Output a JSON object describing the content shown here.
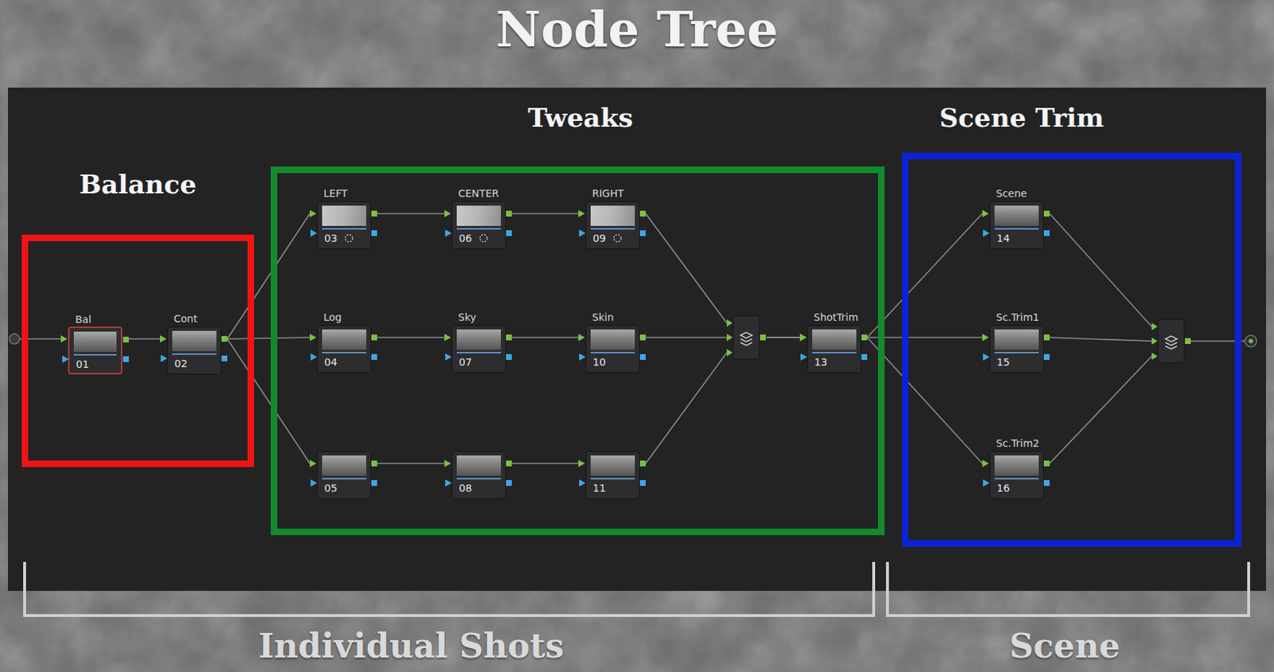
{
  "diagram": {
    "title": "Node Tree",
    "nodes": [
      {
        "text": [
          "Balance"
        ]
      },
      {
        "text": [
          "Bal",
          "01"
        ],
        "in": 0
      },
      {
        "text": [
          "Cont",
          "02"
        ],
        "in": 0
      },
      {
        "text": [
          "Tweaks"
        ]
      },
      {
        "text": [
          "LEFT",
          "03"
        ],
        "in": 3
      },
      {
        "text": [
          "CENTER",
          "06"
        ],
        "in": 3
      },
      {
        "text": [
          "RIGHT",
          "09"
        ],
        "in": 3
      },
      {
        "text": [
          "Log",
          "04"
        ],
        "in": 3
      },
      {
        "text": [
          "Sky",
          "07"
        ],
        "in": 3
      },
      {
        "text": [
          "Skin",
          "10"
        ],
        "in": 3
      },
      {
        "text": [
          "05"
        ],
        "in": 3
      },
      {
        "text": [
          "08"
        ],
        "in": 3
      },
      {
        "text": [
          "11"
        ],
        "in": 3
      },
      {
        "text": [
          "ShotTrim",
          "13"
        ],
        "in": 3
      },
      {
        "text": [
          "Scene Trim"
        ]
      },
      {
        "text": [
          "Scene",
          "14"
        ],
        "in": 14
      },
      {
        "text": [
          "Sc.Trim1",
          "15"
        ],
        "in": 14
      },
      {
        "text": [
          "Sc.Trim2",
          "16"
        ],
        "in": 14
      }
    ],
    "edges": [
      {
        "from": 1,
        "to": 2,
        "arrow": "to"
      },
      {
        "from": 2,
        "to": 4,
        "arrow": "to"
      },
      {
        "from": 2,
        "to": 7,
        "arrow": "to"
      },
      {
        "from": 2,
        "to": 10,
        "arrow": "to"
      },
      {
        "from": 4,
        "to": 5,
        "arrow": "to"
      },
      {
        "from": 5,
        "to": 6,
        "arrow": "to"
      },
      {
        "from": 7,
        "to": 8,
        "arrow": "to"
      },
      {
        "from": 8,
        "to": 9,
        "arrow": "to"
      },
      {
        "from": 10,
        "to": 11,
        "arrow": "to"
      },
      {
        "from": 11,
        "to": 12,
        "arrow": "to"
      },
      {
        "from": 6,
        "to": 13,
        "arrow": "to"
      },
      {
        "from": 9,
        "to": 13,
        "arrow": "to"
      },
      {
        "from": 12,
        "to": 13,
        "arrow": "to"
      },
      {
        "from": 13,
        "to": 15,
        "arrow": "to"
      },
      {
        "from": 13,
        "to": 16,
        "arrow": "to"
      },
      {
        "from": 13,
        "to": 17,
        "arrow": "to"
      }
    ],
    "labels": [
      "Individual Shots",
      "Scene"
    ]
  }
}
